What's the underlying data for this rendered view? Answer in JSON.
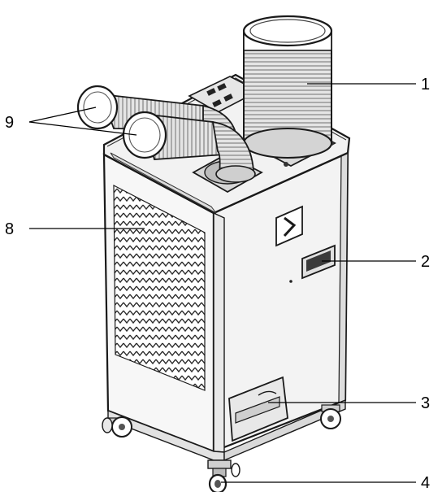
{
  "figure": {
    "callouts": [
      {
        "id": "1",
        "label": "1"
      },
      {
        "id": "2",
        "label": "2"
      },
      {
        "id": "3",
        "label": "3"
      },
      {
        "id": "4",
        "label": "4"
      },
      {
        "id": "8",
        "label": "8"
      },
      {
        "id": "9",
        "label": "9"
      }
    ]
  }
}
